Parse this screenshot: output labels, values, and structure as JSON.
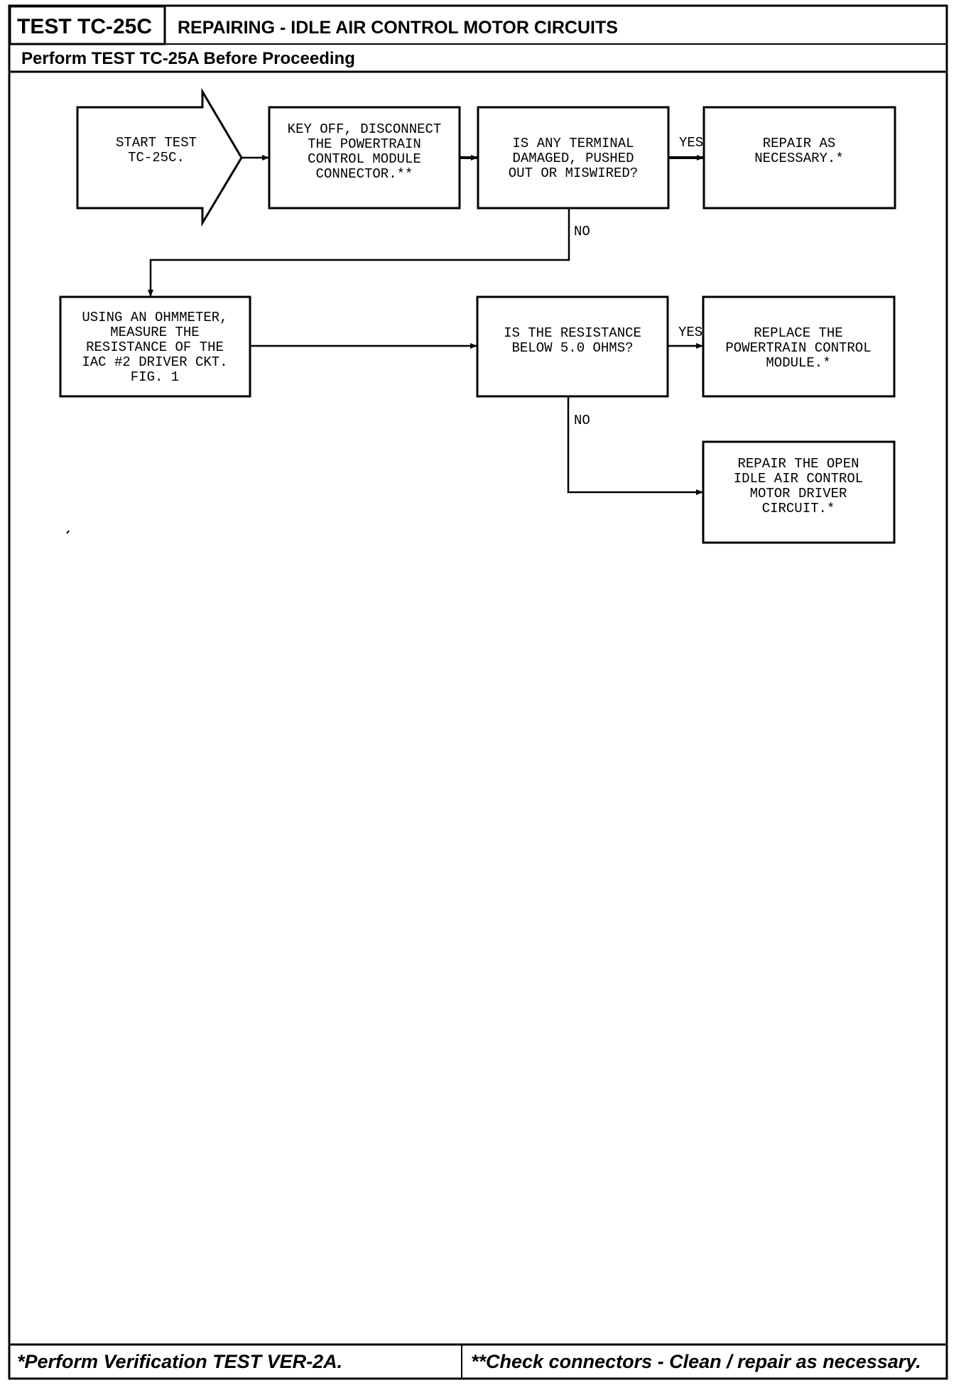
{
  "header": {
    "test_id": "TEST TC-25C",
    "title": "REPAIRING - IDLE AIR CONTROL MOTOR CIRCUITS",
    "prerequisite": "Perform TEST TC-25A Before Proceeding"
  },
  "flow": {
    "start": [
      "START TEST",
      "TC-25C."
    ],
    "step_disconnect": [
      "KEY OFF, DISCONNECT",
      "THE POWERTRAIN",
      "CONTROL MODULE",
      "CONNECTOR.**"
    ],
    "q_terminal": [
      "IS ANY TERMINAL",
      "DAMAGED, PUSHED",
      "OUT OR MISWIRED?"
    ],
    "repair_necessary": [
      "REPAIR AS",
      "NECESSARY.*"
    ],
    "step_measure": [
      "USING AN OHMMETER,",
      "MEASURE THE",
      "RESISTANCE OF THE",
      "IAC #2 DRIVER CKT.",
      "FIG. 1"
    ],
    "q_resistance": [
      "IS THE RESISTANCE",
      "BELOW 5.0 OHMS?"
    ],
    "replace_pcm": [
      "REPLACE THE",
      "POWERTRAIN CONTROL",
      "MODULE.*"
    ],
    "repair_open": [
      "REPAIR THE OPEN",
      "IDLE AIR CONTROL",
      "MOTOR DRIVER",
      "CIRCUIT.*"
    ],
    "yes": "YES",
    "no": "NO"
  },
  "footer": {
    "left": "*Perform Verification TEST VER-2A.",
    "right": "**Check connectors - Clean / repair as necessary."
  }
}
